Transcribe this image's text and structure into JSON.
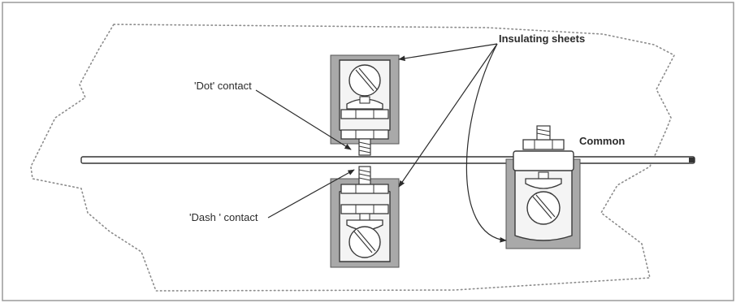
{
  "labels": {
    "dot_contact": "'Dot' contact",
    "dash_contact": "'Dash ' contact",
    "insulating_sheets": "Insulating sheets",
    "common": "Common"
  },
  "colors": {
    "insulating_sheet": "#a9a9a9",
    "metal_block": "#f4f4f4",
    "outline": "#3a3a3a",
    "base_outline": "#8c8c8c"
  }
}
